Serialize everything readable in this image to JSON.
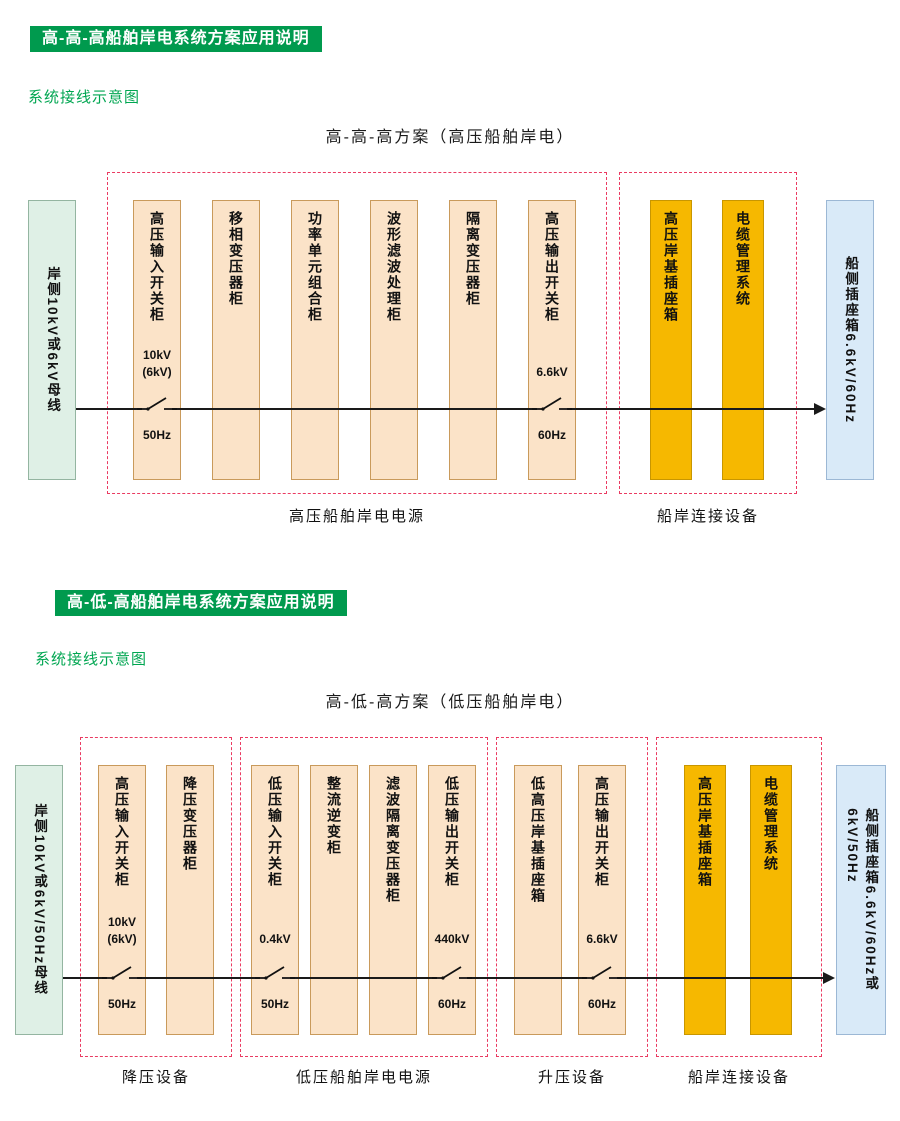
{
  "colors": {
    "accent_green": "#009a4e",
    "subtitle_green": "#00a651",
    "cabinet_peach": "#fbe3c8",
    "connector_gold": "#f6b800",
    "shore_bus_green": "#dff0e6",
    "ship_socket_blue": "#d9eaf8",
    "boundary_dashed_red": "#ea3b62",
    "line_black": "#1a1a1a"
  },
  "sections": [
    {
      "header": "高-高-高船舶岸电系统方案应用说明",
      "subtitle": "系统接线示意图",
      "diagram_title": "高-高-高方案（高压船舶岸电）",
      "bus_label": "岸侧10kV或6kV母线",
      "ship_label_lines": [
        "船侧插座箱6.6kV/60Hz"
      ],
      "groups": [
        {
          "label": "高压船舶岸电电源"
        },
        {
          "label": "船岸连接设备"
        }
      ],
      "cabinets": [
        {
          "name": "高压输入开关柜",
          "v1": "10kV",
          "v2": "(6kV)",
          "hz": "50Hz"
        },
        {
          "name": "移相变压器柜"
        },
        {
          "name": "功率单元组合柜"
        },
        {
          "name": "波形滤波处理柜"
        },
        {
          "name": "隔离变压器柜"
        },
        {
          "name": "高压输出开关柜",
          "v1": "6.6kV",
          "hz": "60Hz"
        },
        {
          "name": "高压岸基插座箱"
        },
        {
          "name": "电缆管理系统"
        }
      ]
    },
    {
      "header": "高-低-高船舶岸电系统方案应用说明",
      "subtitle": "系统接线示意图",
      "diagram_title": "高-低-高方案（低压船舶岸电）",
      "bus_label": "岸侧10kV或6kV/50Hz母线",
      "ship_label_lines": [
        "船侧插座箱6.6kV/60Hz或",
        "6kV/50Hz"
      ],
      "groups": [
        {
          "label": "降压设备"
        },
        {
          "label": "低压船舶岸电电源"
        },
        {
          "label": "升压设备"
        },
        {
          "label": "船岸连接设备"
        }
      ],
      "cabinets": [
        {
          "name": "高压输入开关柜",
          "v1": "10kV",
          "v2": "(6kV)",
          "hz": "50Hz"
        },
        {
          "name": "降压变压器柜"
        },
        {
          "name": "低压输入开关柜",
          "v1": "0.4kV",
          "hz": "50Hz"
        },
        {
          "name": "整流逆变柜"
        },
        {
          "name": "滤波隔离变压器柜"
        },
        {
          "name": "低压输出开关柜",
          "v1": "440kV",
          "hz": "60Hz"
        },
        {
          "name": "低高压岸基插座箱"
        },
        {
          "name": "高压输出开关柜",
          "v1": "6.6kV",
          "hz": "60Hz"
        },
        {
          "name": "高压岸基插座箱"
        },
        {
          "name": "电缆管理系统"
        }
      ]
    }
  ]
}
